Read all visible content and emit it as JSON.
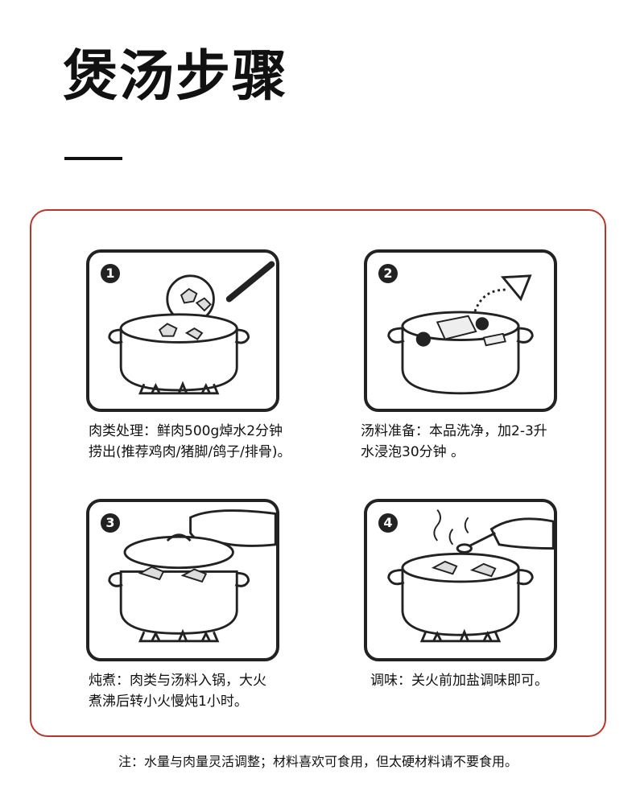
{
  "title": "煲汤步骤",
  "accent_color": "#b5372c",
  "steps": [
    {
      "number": "1",
      "line1": "肉类处理：鲜肉500g焯水2分钟",
      "line2": "捞出(推荐鸡肉/猪脚/鸽子/排骨)。",
      "icon": "pot-blanching-icon"
    },
    {
      "number": "2",
      "line1": "汤料准备：本品洗净，加2-3升",
      "line2": "水浸泡30分钟 。",
      "icon": "pot-soaking-icon"
    },
    {
      "number": "3",
      "line1": "炖煮：肉类与汤料入锅，大火",
      "line2": "煮沸后转小火慢炖1小时。",
      "icon": "pot-lid-icon"
    },
    {
      "number": "4",
      "line1": "调味：关火前加盐调味即可。",
      "line2": "",
      "icon": "pot-seasoning-icon"
    }
  ],
  "note": "注：水量与肉量灵活调整；材料喜欢可食用，但太硬材料请不要食用。"
}
